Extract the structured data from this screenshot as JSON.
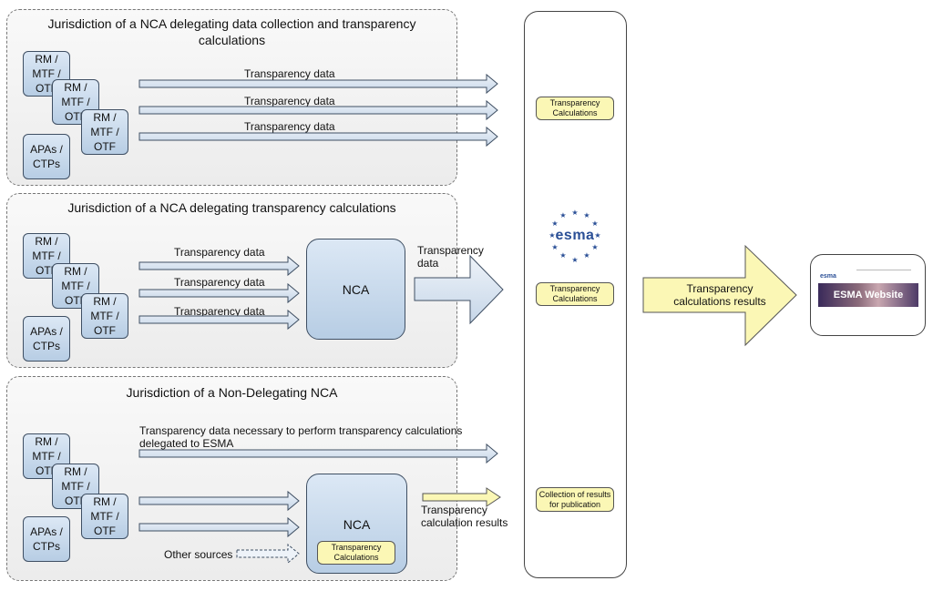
{
  "panel1": {
    "title": "Jurisdiction of a NCA delegating data collection and transparency calculations",
    "venue_label": "RM /\nMTF /\nOTF",
    "apa_label": "APAs /\nCTPs",
    "arrow_labels": [
      "Transparency data",
      "Transparency data",
      "Transparency data"
    ]
  },
  "panel2": {
    "title": "Jurisdiction of a NCA delegating transparency calculations",
    "venue_label": "RM /\nMTF /\nOTF",
    "apa_label": "APAs /\nCTPs",
    "arrow_labels": [
      "Transparency data",
      "Transparency data",
      "Transparency data"
    ],
    "nca_label": "NCA",
    "out_label": "Transparency\ndata"
  },
  "panel3": {
    "title": "Jurisdiction of a Non-Delegating NCA",
    "venue_label": "RM /\nMTF /\nOTF",
    "apa_label": "APAs /\nCTPs",
    "top_arrow_label": "Transparency data necessary to perform transparency calculations delegated to ESMA",
    "nca_label": "NCA",
    "nca_inner": "Transparency\nCalculations",
    "other_sources": "Other sources",
    "results_label": "Transparency\ncalculation results"
  },
  "esma": {
    "logo_text": "esma",
    "calc1": "Transparency\nCalculations",
    "calc2": "Transparency\nCalculations",
    "collection": "Collection of results\nfor publication"
  },
  "output": {
    "arrow_label": "Transparency\ncalculations results",
    "website_caption": "ESMA Website",
    "website_brand": "esma"
  },
  "colors": {
    "box_fill": "#c9dbee",
    "yellow": "#fbf7b5",
    "arrow_blue": "#dbe6f2",
    "esma_blue": "#2a4f96"
  }
}
